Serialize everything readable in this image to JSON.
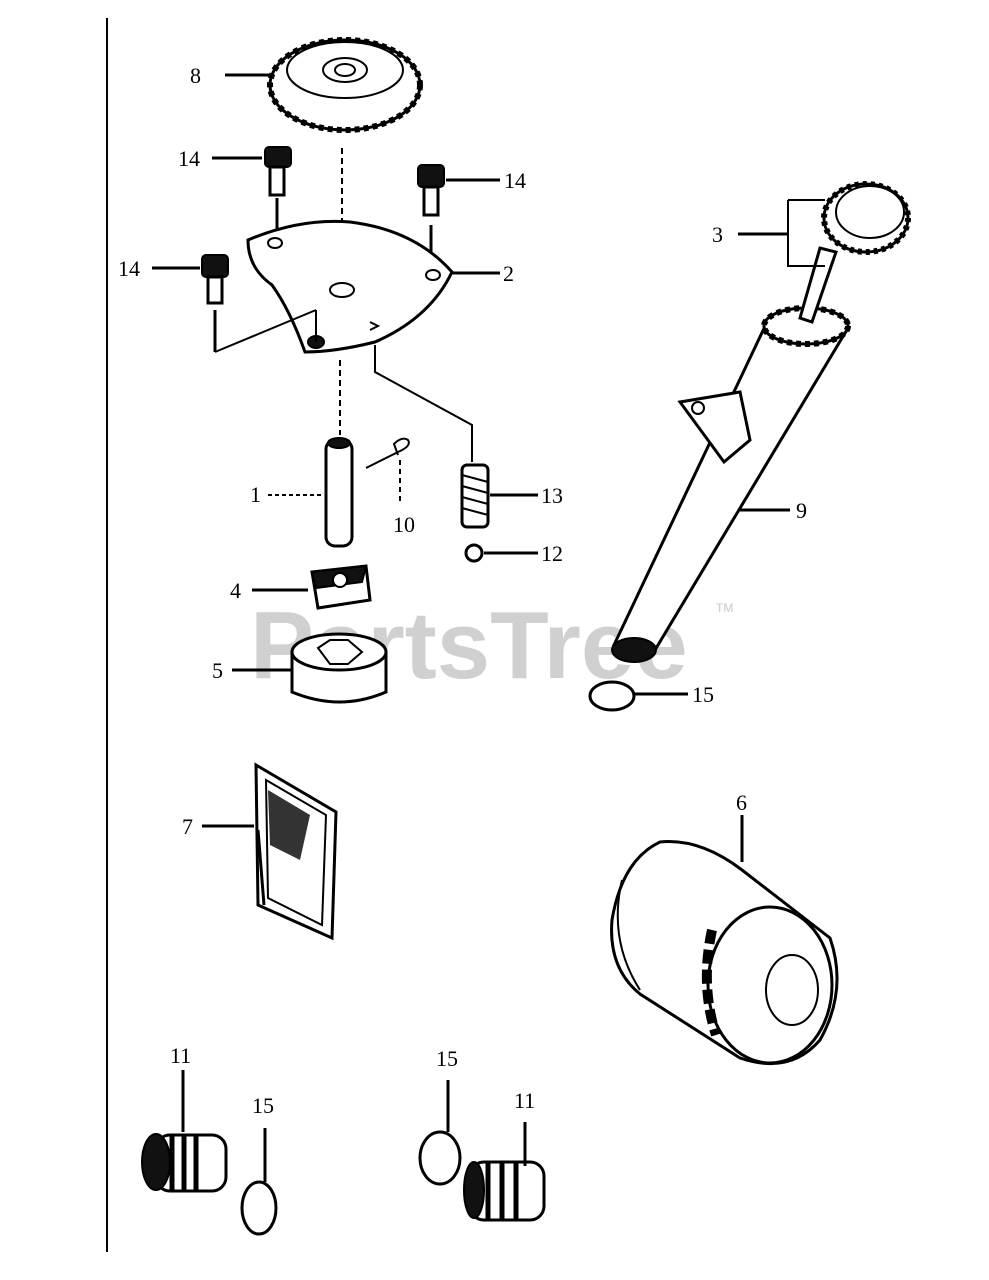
{
  "watermark": {
    "text": "PartsTree",
    "trademark": "TM"
  },
  "callouts": {
    "c1": "1",
    "c2": "2",
    "c3": "3",
    "c4": "4",
    "c5": "5",
    "c6": "6",
    "c7": "7",
    "c8": "8",
    "c9": "9",
    "c10": "10",
    "c11a": "11",
    "c11b": "11",
    "c12": "12",
    "c13": "13",
    "c14a": "14",
    "c14b": "14",
    "c14c": "14",
    "c15a": "15",
    "c15b": "15",
    "c15c": "15"
  },
  "parts": [
    {
      "ref": "1",
      "icon": "pump-shaft-icon"
    },
    {
      "ref": "2",
      "icon": "pump-cover-plate-icon"
    },
    {
      "ref": "3",
      "icon": "dipstick-cap-icon"
    },
    {
      "ref": "4",
      "icon": "pump-rotor-inner-icon"
    },
    {
      "ref": "5",
      "icon": "pump-rotor-outer-icon"
    },
    {
      "ref": "6",
      "icon": "oil-filter-icon"
    },
    {
      "ref": "7",
      "icon": "oil-screen-icon"
    },
    {
      "ref": "8",
      "icon": "pump-gear-icon"
    },
    {
      "ref": "9",
      "icon": "dipstick-tube-icon"
    },
    {
      "ref": "10",
      "icon": "roll-pin-icon"
    },
    {
      "ref": "11",
      "icon": "drain-plug-icon"
    },
    {
      "ref": "12",
      "icon": "check-ball-icon"
    },
    {
      "ref": "13",
      "icon": "spring-icon"
    },
    {
      "ref": "14",
      "icon": "bolt-icon"
    },
    {
      "ref": "15",
      "icon": "o-ring-icon"
    }
  ]
}
